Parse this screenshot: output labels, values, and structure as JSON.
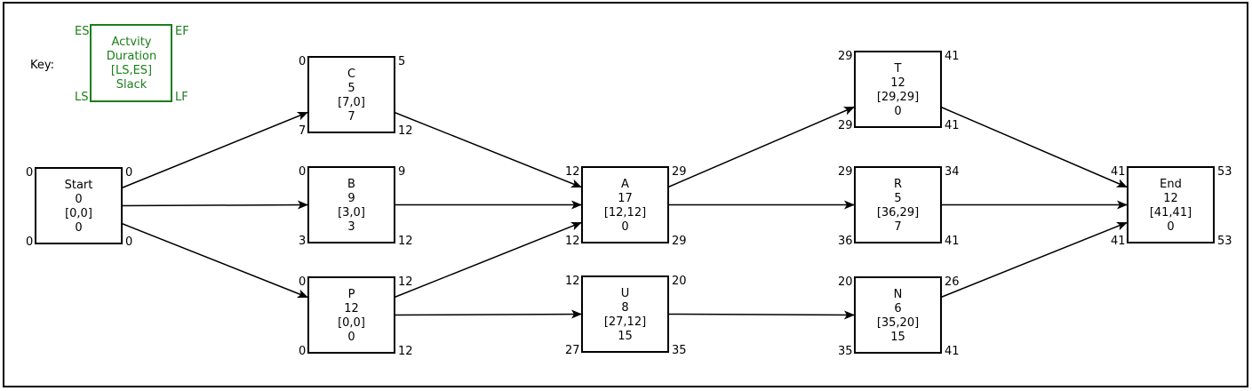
{
  "key": {
    "label": "Key:",
    "lines": [
      "Actvity",
      "Duration",
      "[LS,ES]",
      "Slack"
    ],
    "es": "ES",
    "ef": "EF",
    "ls": "LS",
    "lf": "LF",
    "color": "#1a7f1a"
  },
  "nodes": [
    {
      "id": "start",
      "lines": [
        "Start",
        "0",
        "[0,0]",
        "0"
      ],
      "tl": "0",
      "tr": "0",
      "bl": "0",
      "br": "0"
    },
    {
      "id": "c",
      "lines": [
        "C",
        "5",
        "[7,0]",
        "7"
      ],
      "tl": "0",
      "tr": "5",
      "bl": "7",
      "br": "12"
    },
    {
      "id": "b",
      "lines": [
        "B",
        "9",
        "[3,0]",
        "3"
      ],
      "tl": "0",
      "tr": "9",
      "bl": "3",
      "br": "12"
    },
    {
      "id": "p",
      "lines": [
        "P",
        "12",
        "[0,0]",
        "0"
      ],
      "tl": "0",
      "tr": "12",
      "bl": "0",
      "br": "12"
    },
    {
      "id": "a",
      "lines": [
        "A",
        "17",
        "[12,12]",
        "0"
      ],
      "tl": "12",
      "tr": "29",
      "bl": "12",
      "br": "29"
    },
    {
      "id": "u",
      "lines": [
        "U",
        "8",
        "[27,12]",
        "15"
      ],
      "tl": "12",
      "tr": "20",
      "bl": "27",
      "br": "35"
    },
    {
      "id": "t",
      "lines": [
        "T",
        "12",
        "[29,29]",
        "0"
      ],
      "tl": "29",
      "tr": "41",
      "bl": "29",
      "br": "41"
    },
    {
      "id": "r",
      "lines": [
        "R",
        "5",
        "[36,29]",
        "7"
      ],
      "tl": "29",
      "tr": "34",
      "bl": "36",
      "br": "41"
    },
    {
      "id": "n",
      "lines": [
        "N",
        "6",
        "[35,20]",
        "15"
      ],
      "tl": "20",
      "tr": "26",
      "bl": "35",
      "br": "41"
    },
    {
      "id": "end",
      "lines": [
        "End",
        "12",
        "[41,41]",
        "0"
      ],
      "tl": "41",
      "tr": "53",
      "bl": "41",
      "br": "53"
    }
  ],
  "edges": [
    [
      "start",
      "c"
    ],
    [
      "start",
      "b"
    ],
    [
      "start",
      "p"
    ],
    [
      "c",
      "a"
    ],
    [
      "b",
      "a"
    ],
    [
      "p",
      "a"
    ],
    [
      "p",
      "u"
    ],
    [
      "a",
      "t"
    ],
    [
      "a",
      "r"
    ],
    [
      "u",
      "n"
    ],
    [
      "t",
      "end"
    ],
    [
      "r",
      "end"
    ],
    [
      "n",
      "end"
    ]
  ]
}
